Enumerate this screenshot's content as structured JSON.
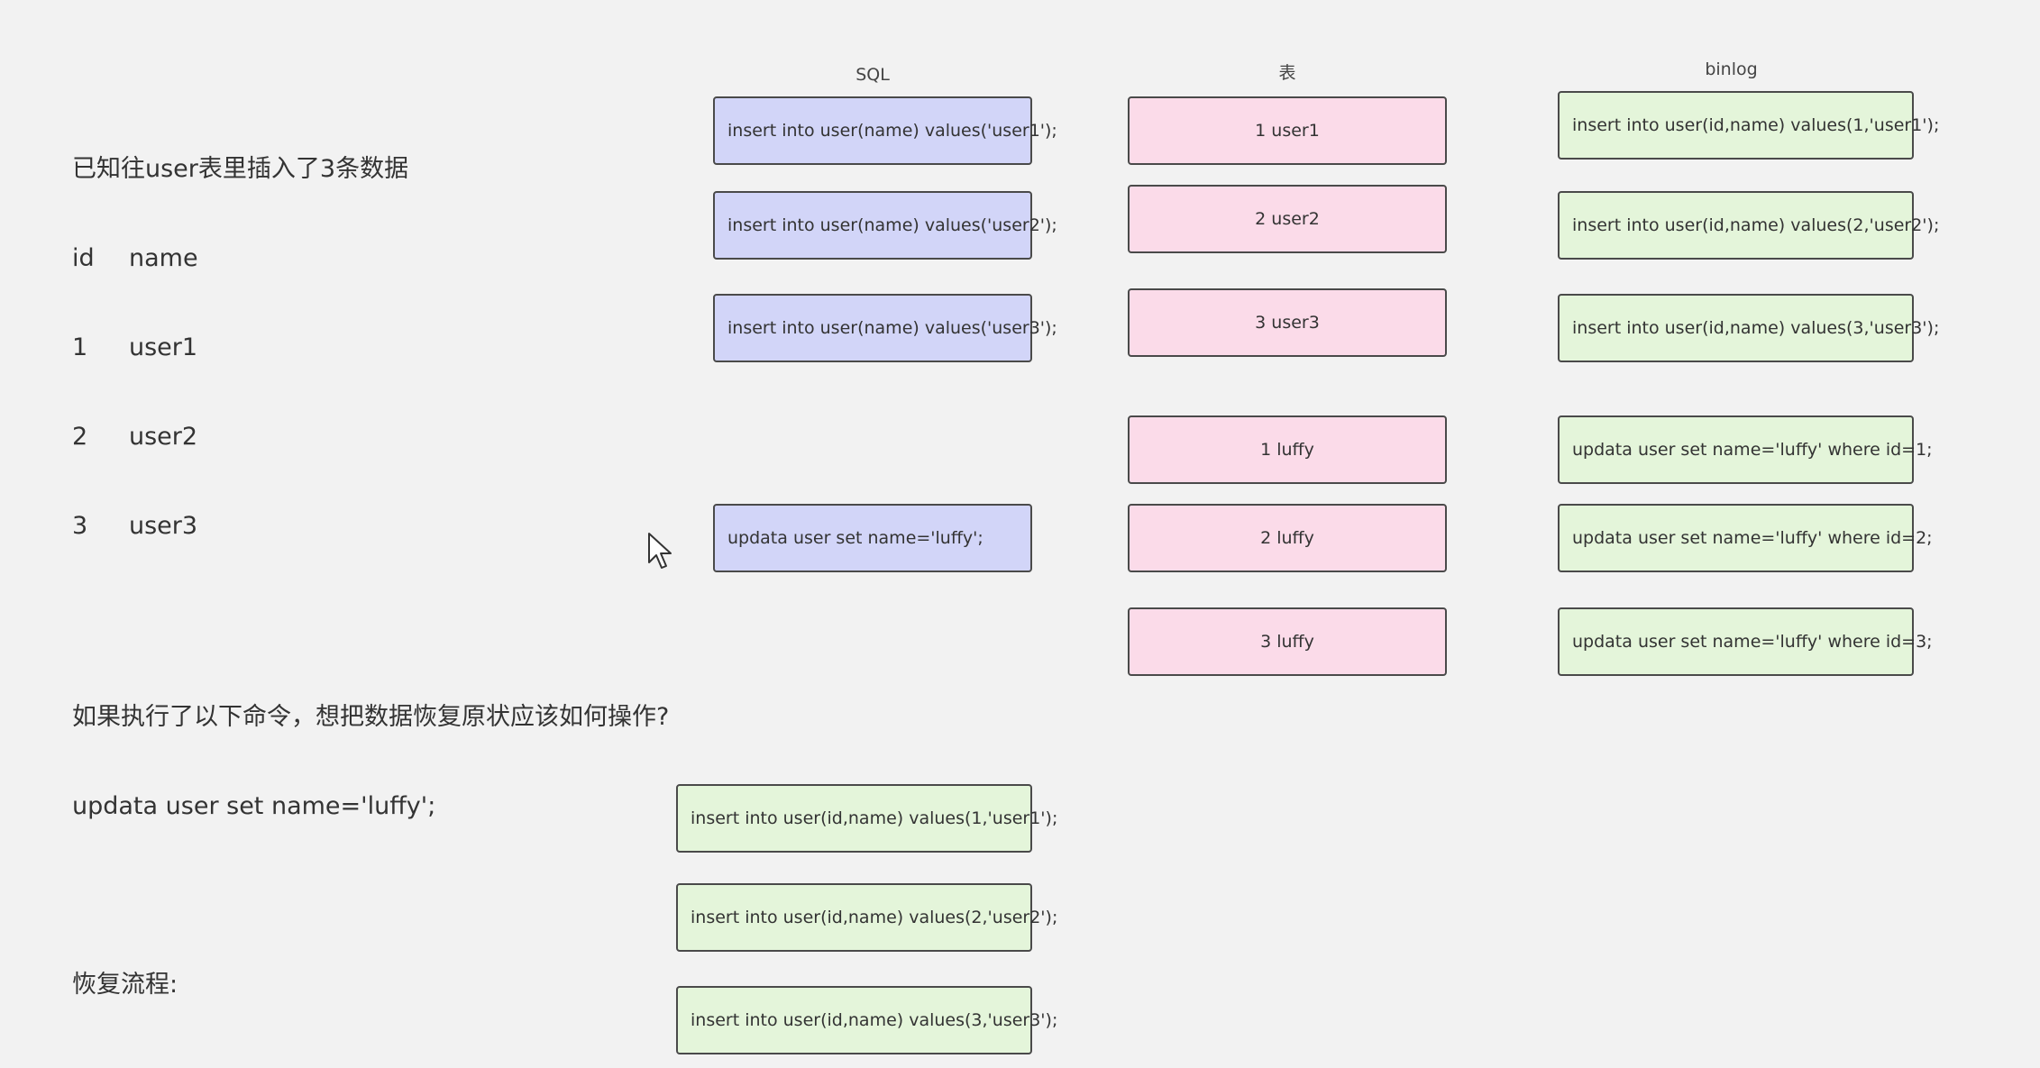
{
  "notes": {
    "intro": "已知往user表里插入了3条数据",
    "table_header": [
      "id",
      "name"
    ],
    "rows": [
      [
        "1",
        "user1"
      ],
      [
        "2",
        "user2"
      ],
      [
        "3",
        "user3"
      ]
    ],
    "question": "如果执行了以下命令，想把数据恢复原状应该如何操作?",
    "command": "updata user set name='luffy';",
    "recovery_label": "恢复流程:"
  },
  "headers": {
    "sql": "SQL",
    "table": "表",
    "binlog": "binlog"
  },
  "sql_boxes": [
    "insert into user(name) values('user1');",
    "insert into user(name) values('user2');",
    "insert into user(name) values('user3');",
    "updata user set name='luffy';"
  ],
  "table_boxes": [
    "1 user1",
    "2 user2",
    "3 user3",
    "1 luffy",
    "2 luffy",
    "3 luffy"
  ],
  "binlog_boxes": [
    "insert into user(id,name) values(1,'user1');",
    "insert into user(id,name) values(2,'user2');",
    "insert into user(id,name) values(3,'user3');",
    "updata user set name='luffy' where id=1;",
    "updata user set name='luffy' where id=2;",
    "updata user set name='luffy' where id=3;"
  ],
  "recovery_boxes": [
    "insert into user(id,name) values(1,'user1');",
    "insert into user(id,name) values(2,'user2');",
    "insert into user(id,name) values(3,'user3');"
  ],
  "colors": {
    "background": "#f2f2f2",
    "sql_fill": "#d2d5f8",
    "table_fill": "#fbdbe9",
    "binlog_fill": "#e4f5da",
    "border": "#4a4a4a"
  }
}
